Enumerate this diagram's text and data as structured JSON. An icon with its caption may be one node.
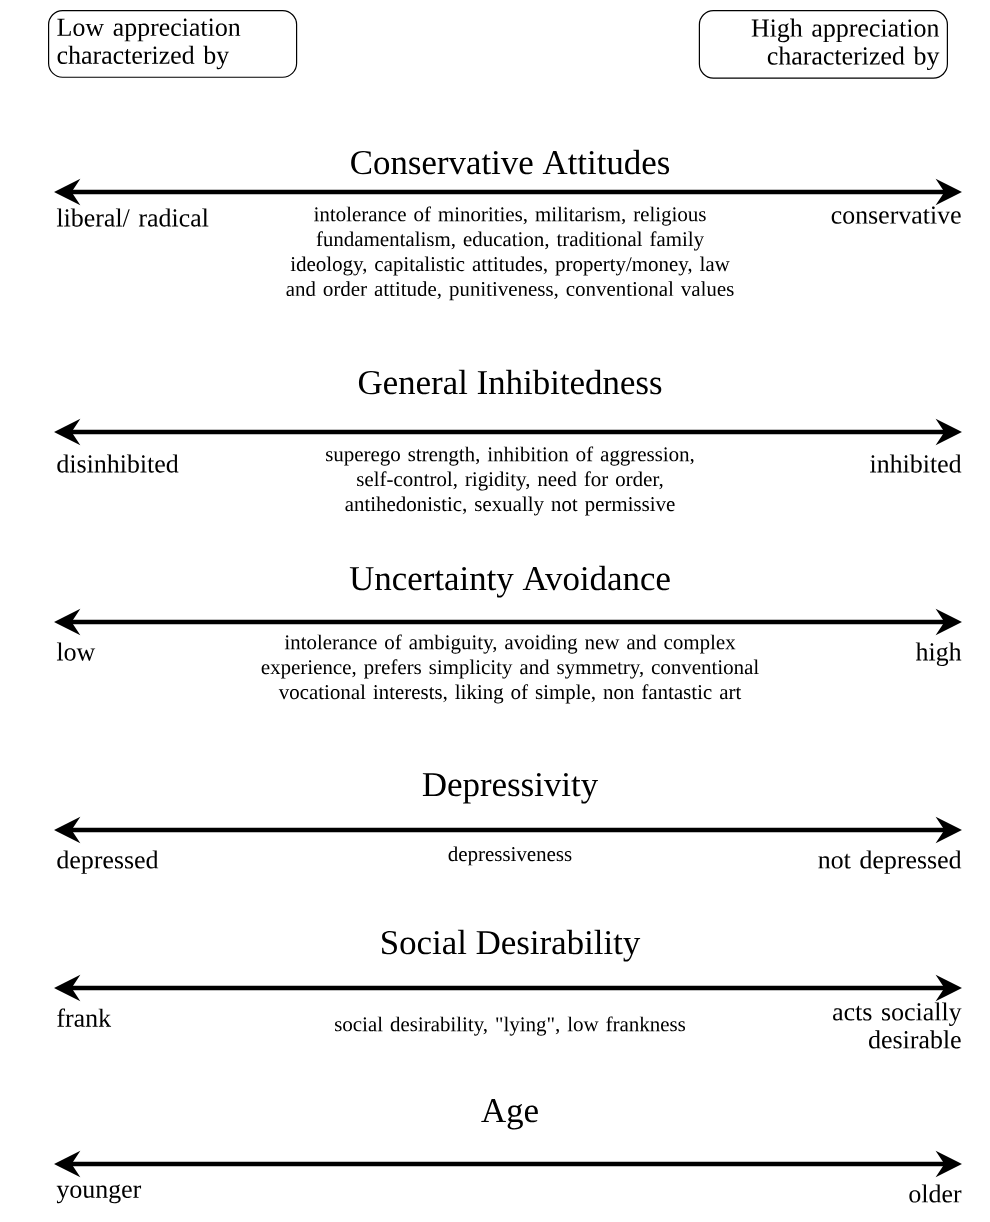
{
  "diagram": {
    "nodes": [
      {
        "text": [
          "Low appreciation characterized by"
        ]
      },
      {
        "text": [
          "High appreciation characterized by"
        ]
      }
    ],
    "labels": [
      "Conservative Attitudes",
      "liberal/ radical",
      "intolerance of minorities, militarism, religious fundamentalism, education, traditional family ideology, capitalistic attitudes, property/money, law and order attitude, punitiveness, conventional values",
      "conservative",
      "General Inhibitedness",
      "disinhibited",
      "superego strength, inhibition of aggression, self-control, rigidity, need for order, antihedonistic, sexually not permissive",
      "inhibited",
      "Uncertainty Avoidance",
      "low",
      "intolerance of ambiguity, avoiding new and complex experience, prefers simplicity and symmetry, conventional vocational interests, liking of simple, non fantastic art",
      "high",
      "Depressivity",
      "depressed",
      "depressiveness",
      "not depressed",
      "Social Desirability",
      "frank",
      "social desirability, \"lying\", low frankness",
      "acts socially desirable",
      "Age",
      "younger",
      "older"
    ]
  }
}
